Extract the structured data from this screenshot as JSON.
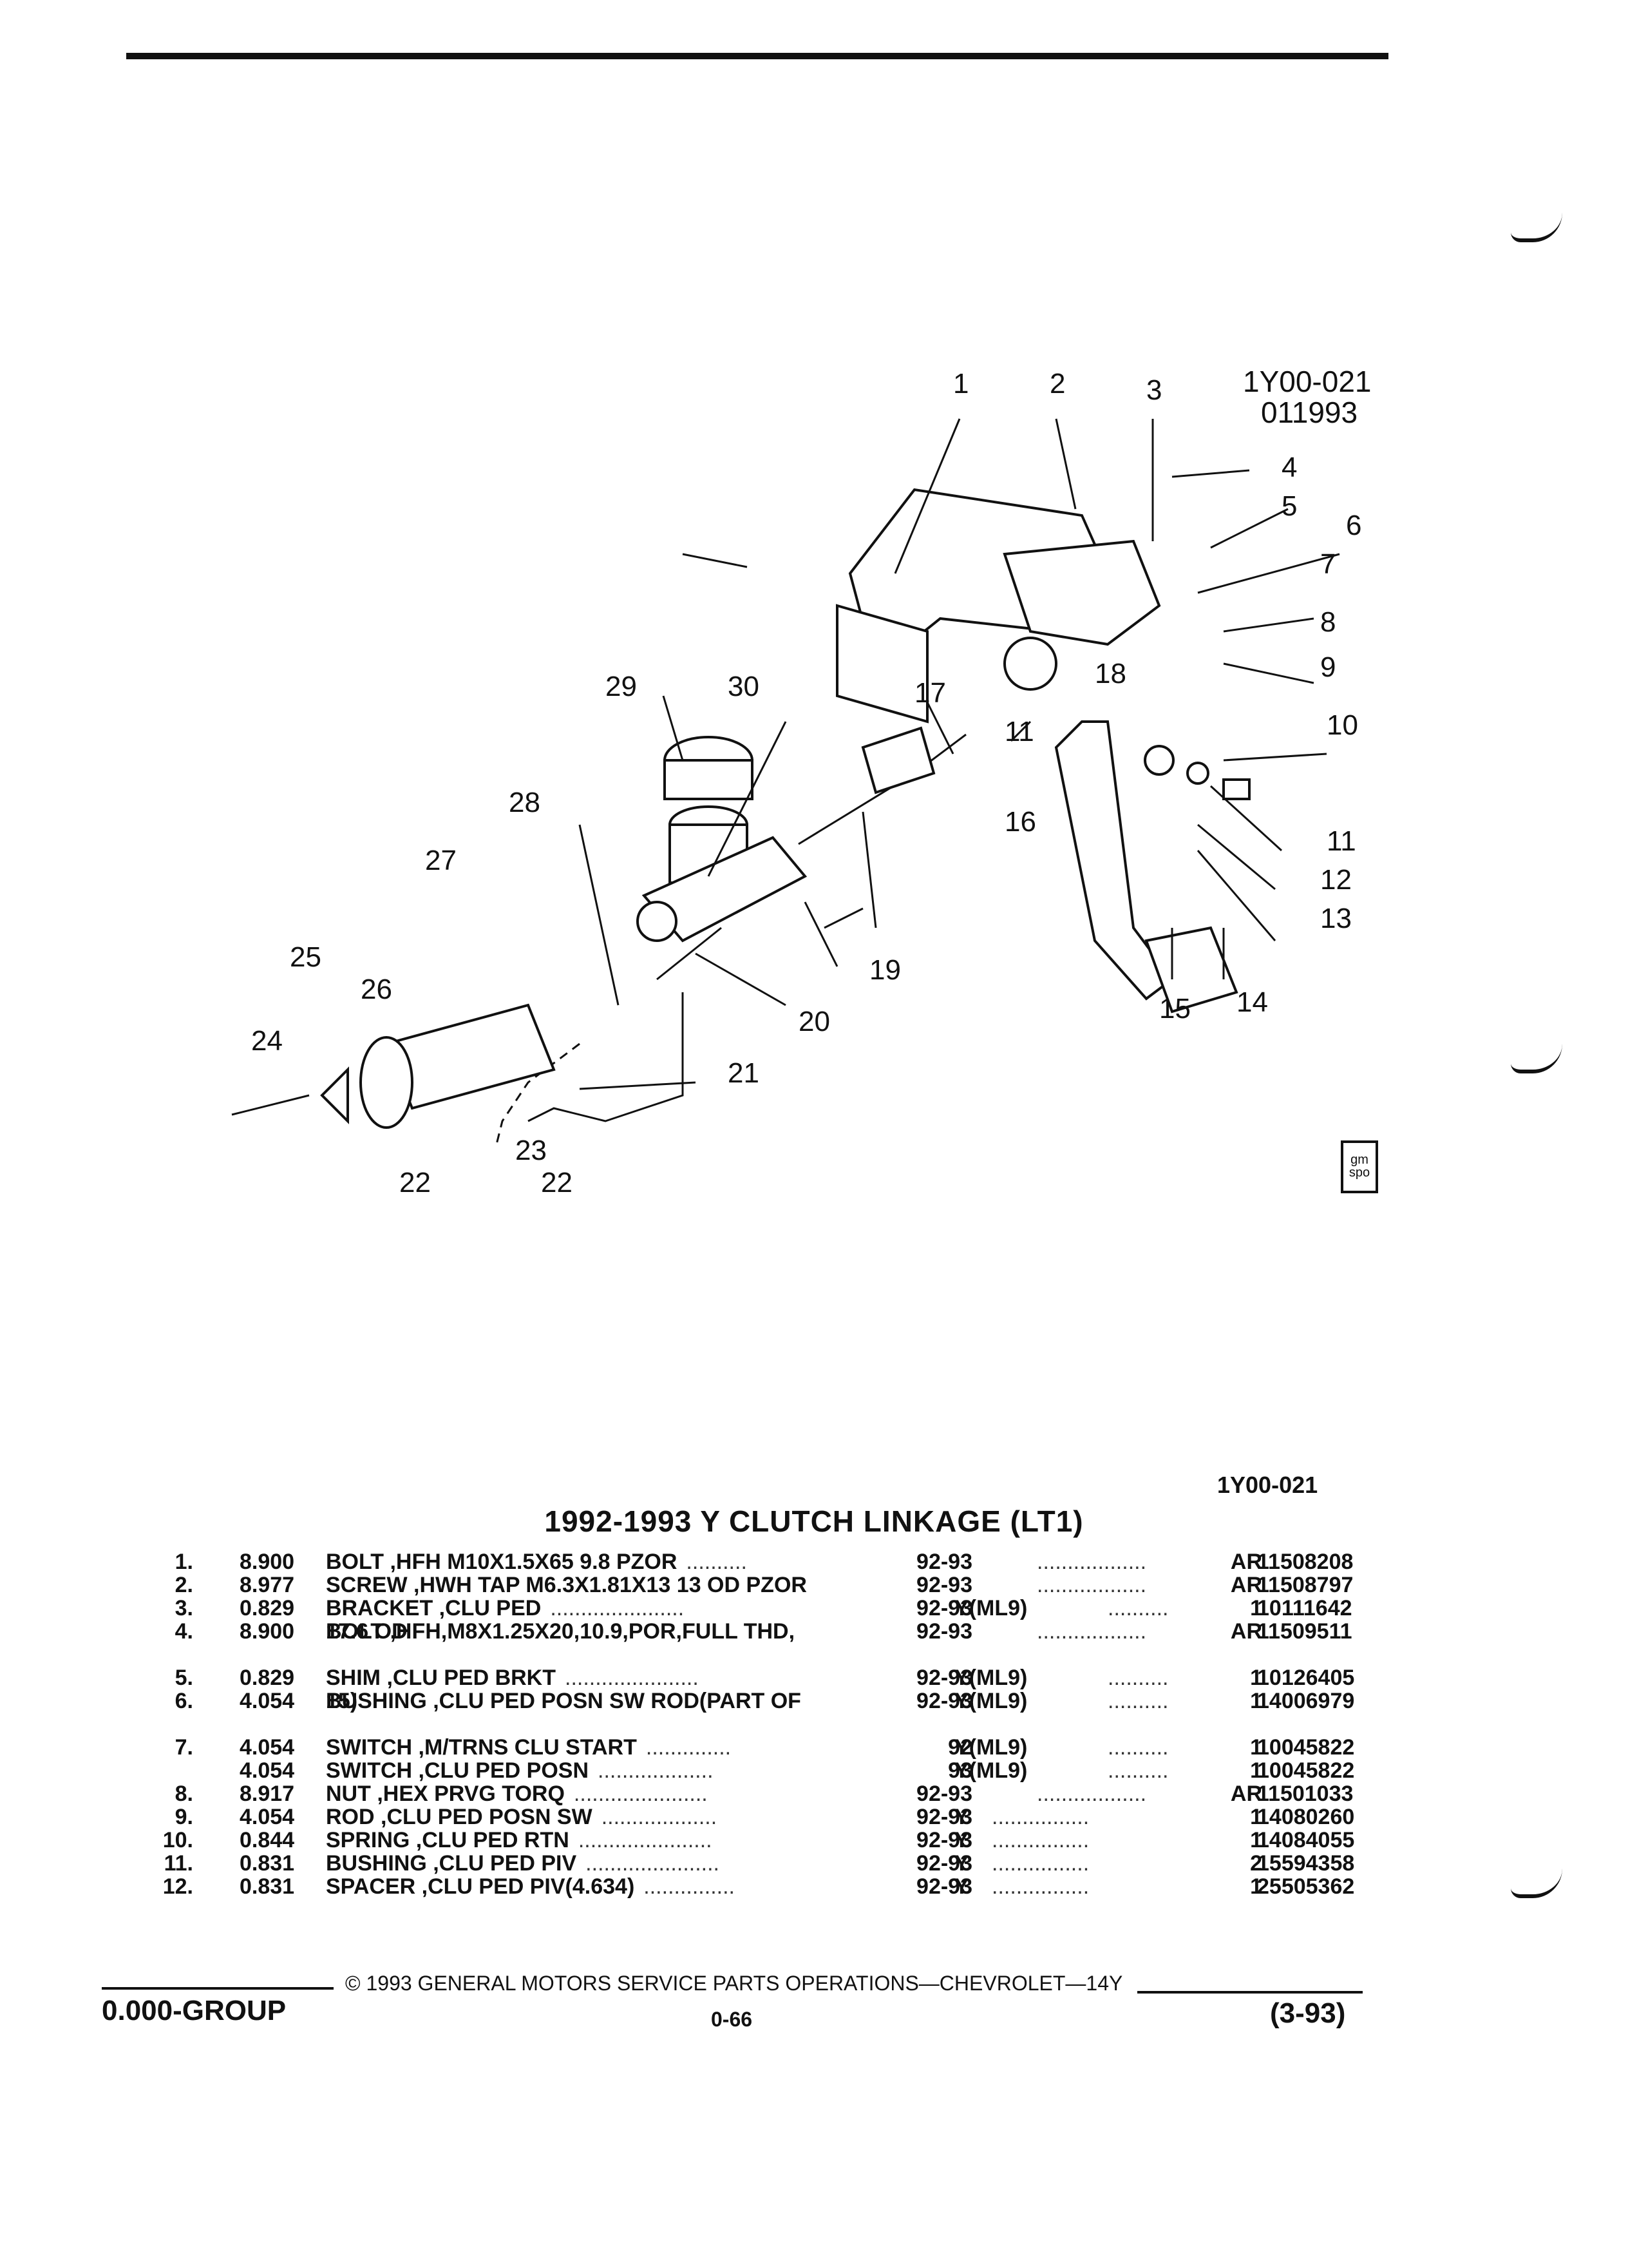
{
  "figure": {
    "code": "1Y00-021",
    "date_code": "011993",
    "callouts": [
      "1",
      "2",
      "3",
      "4",
      "5",
      "6",
      "7",
      "8",
      "9",
      "10",
      "11",
      "11",
      "12",
      "13",
      "14",
      "15",
      "16",
      "17",
      "18",
      "19",
      "20",
      "21",
      "22",
      "22",
      "23",
      "24",
      "25",
      "26",
      "27",
      "28",
      "29",
      "30"
    ],
    "logo_text": "gm spo"
  },
  "section": {
    "ref_code": "1Y00-021",
    "title": "1992-1993 Y CLUTCH LINKAGE (LT1)"
  },
  "parts": [
    {
      "num": "1.",
      "group": "8.900",
      "desc": "BOLT ,HFH M10X1.5X65 9.8 PZOR",
      "dots1": "..........",
      "years": "92-93",
      "usage": "",
      "dots2": "..................",
      "qty": "AR",
      "part_no": "11508208"
    },
    {
      "num": "2.",
      "group": "8.977",
      "desc": "SCREW ,HWH TAP M6.3X1.81X13 13 OD PZOR",
      "dots1": "",
      "years": "92-93",
      "usage": "",
      "dots2": "..................",
      "qty": "AR",
      "part_no": "11508797"
    },
    {
      "num": "3.",
      "group": "0.829",
      "desc": "BRACKET ,CLU PED",
      "dots1": "......................",
      "years": "92-93",
      "usage": "Y(ML9)",
      "dots2": "..........",
      "qty": "1",
      "part_no": "10111642"
    },
    {
      "num": "4.",
      "group": "8.900",
      "desc": "BOLT ,HFH,M8X1.25X20,10.9,POR,FULL THD,",
      "desc2": "17.6 OD",
      "dots1": "",
      "years": "92-93",
      "usage": "",
      "dots2": "..................",
      "qty": "AR",
      "part_no": "11509511"
    },
    {
      "num": "5.",
      "group": "0.829",
      "desc": "SHIM ,CLU PED BRKT",
      "dots1": "......................",
      "years": "92-93",
      "usage": "Y(ML9)",
      "dots2": "..........",
      "qty": "1",
      "part_no": "10126405"
    },
    {
      "num": "6.",
      "group": "4.054",
      "desc": "BUSHING ,CLU PED POSN SW ROD(PART OF",
      "desc2": "15)",
      "dots1": "",
      "years": "92-93",
      "usage": "Y(ML9)",
      "dots2": "..........",
      "qty": "1",
      "part_no": "14006979"
    },
    {
      "num": "7.",
      "group": "4.054",
      "desc": "SWITCH ,M/TRNS CLU START",
      "dots1": "..............",
      "years": "92",
      "usage": "Y(ML9)",
      "dots2": "..........",
      "qty": "1",
      "part_no": "10045822"
    },
    {
      "num": "",
      "group": "4.054",
      "desc": "SWITCH ,CLU PED POSN",
      "dots1": "...................",
      "years": "93",
      "usage": "Y(ML9)",
      "dots2": "..........",
      "qty": "1",
      "part_no": "10045822"
    },
    {
      "num": "8.",
      "group": "8.917",
      "desc": "NUT ,HEX PRVG TORQ",
      "dots1": "......................",
      "years": "92-93",
      "usage": "",
      "dots2": "..................",
      "qty": "AR",
      "part_no": "11501033"
    },
    {
      "num": "9.",
      "group": "4.054",
      "desc": "ROD ,CLU PED POSN SW",
      "dots1": "...................",
      "years": "92-93",
      "usage": "Y",
      "dots2": "................",
      "qty": "1",
      "part_no": "14080260"
    },
    {
      "num": "10.",
      "group": "0.844",
      "desc": "SPRING ,CLU PED RTN",
      "dots1": "......................",
      "years": "92-93",
      "usage": "Y",
      "dots2": "................",
      "qty": "1",
      "part_no": "14084055"
    },
    {
      "num": "11.",
      "group": "0.831",
      "desc": "BUSHING ,CLU PED PIV",
      "dots1": "......................",
      "years": "92-93",
      "usage": "Y",
      "dots2": "................",
      "qty": "2",
      "part_no": "15594358"
    },
    {
      "num": "12.",
      "group": "0.831",
      "desc": "SPACER ,CLU PED PIV(4.634)",
      "dots1": "...............",
      "years": "92-93",
      "usage": "Y",
      "dots2": "................",
      "qty": "1",
      "part_no": "25505362"
    }
  ],
  "footer": {
    "copyright": "© 1993 GENERAL MOTORS SERVICE PARTS OPERATIONS—CHEVROLET—14Y",
    "group": "0.000-GROUP",
    "page": "0-66",
    "date": "(3-93)"
  }
}
